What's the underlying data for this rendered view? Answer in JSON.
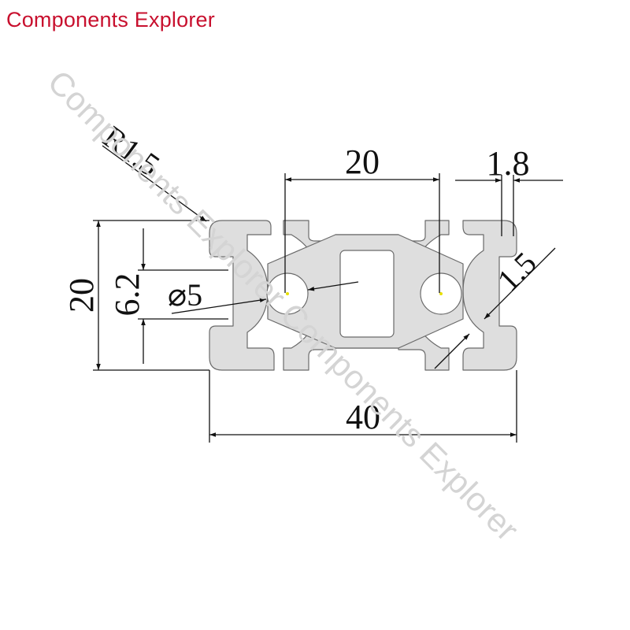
{
  "brand": {
    "title": "Components Explorer",
    "color": "#c8102e"
  },
  "watermark": {
    "text": "Components Explorer Components Explorer"
  },
  "drawing": {
    "profile_fill": "#dedede",
    "profile_stroke": "#6a6a6a",
    "dimensions": {
      "corner_radius": "R1.5",
      "center_spacing": "20",
      "wall_thickness": "1.8",
      "lip_thickness": "1.5",
      "height": "20",
      "slot_width": "6.2",
      "bore_diameter": "⌀5",
      "width": "40"
    }
  }
}
